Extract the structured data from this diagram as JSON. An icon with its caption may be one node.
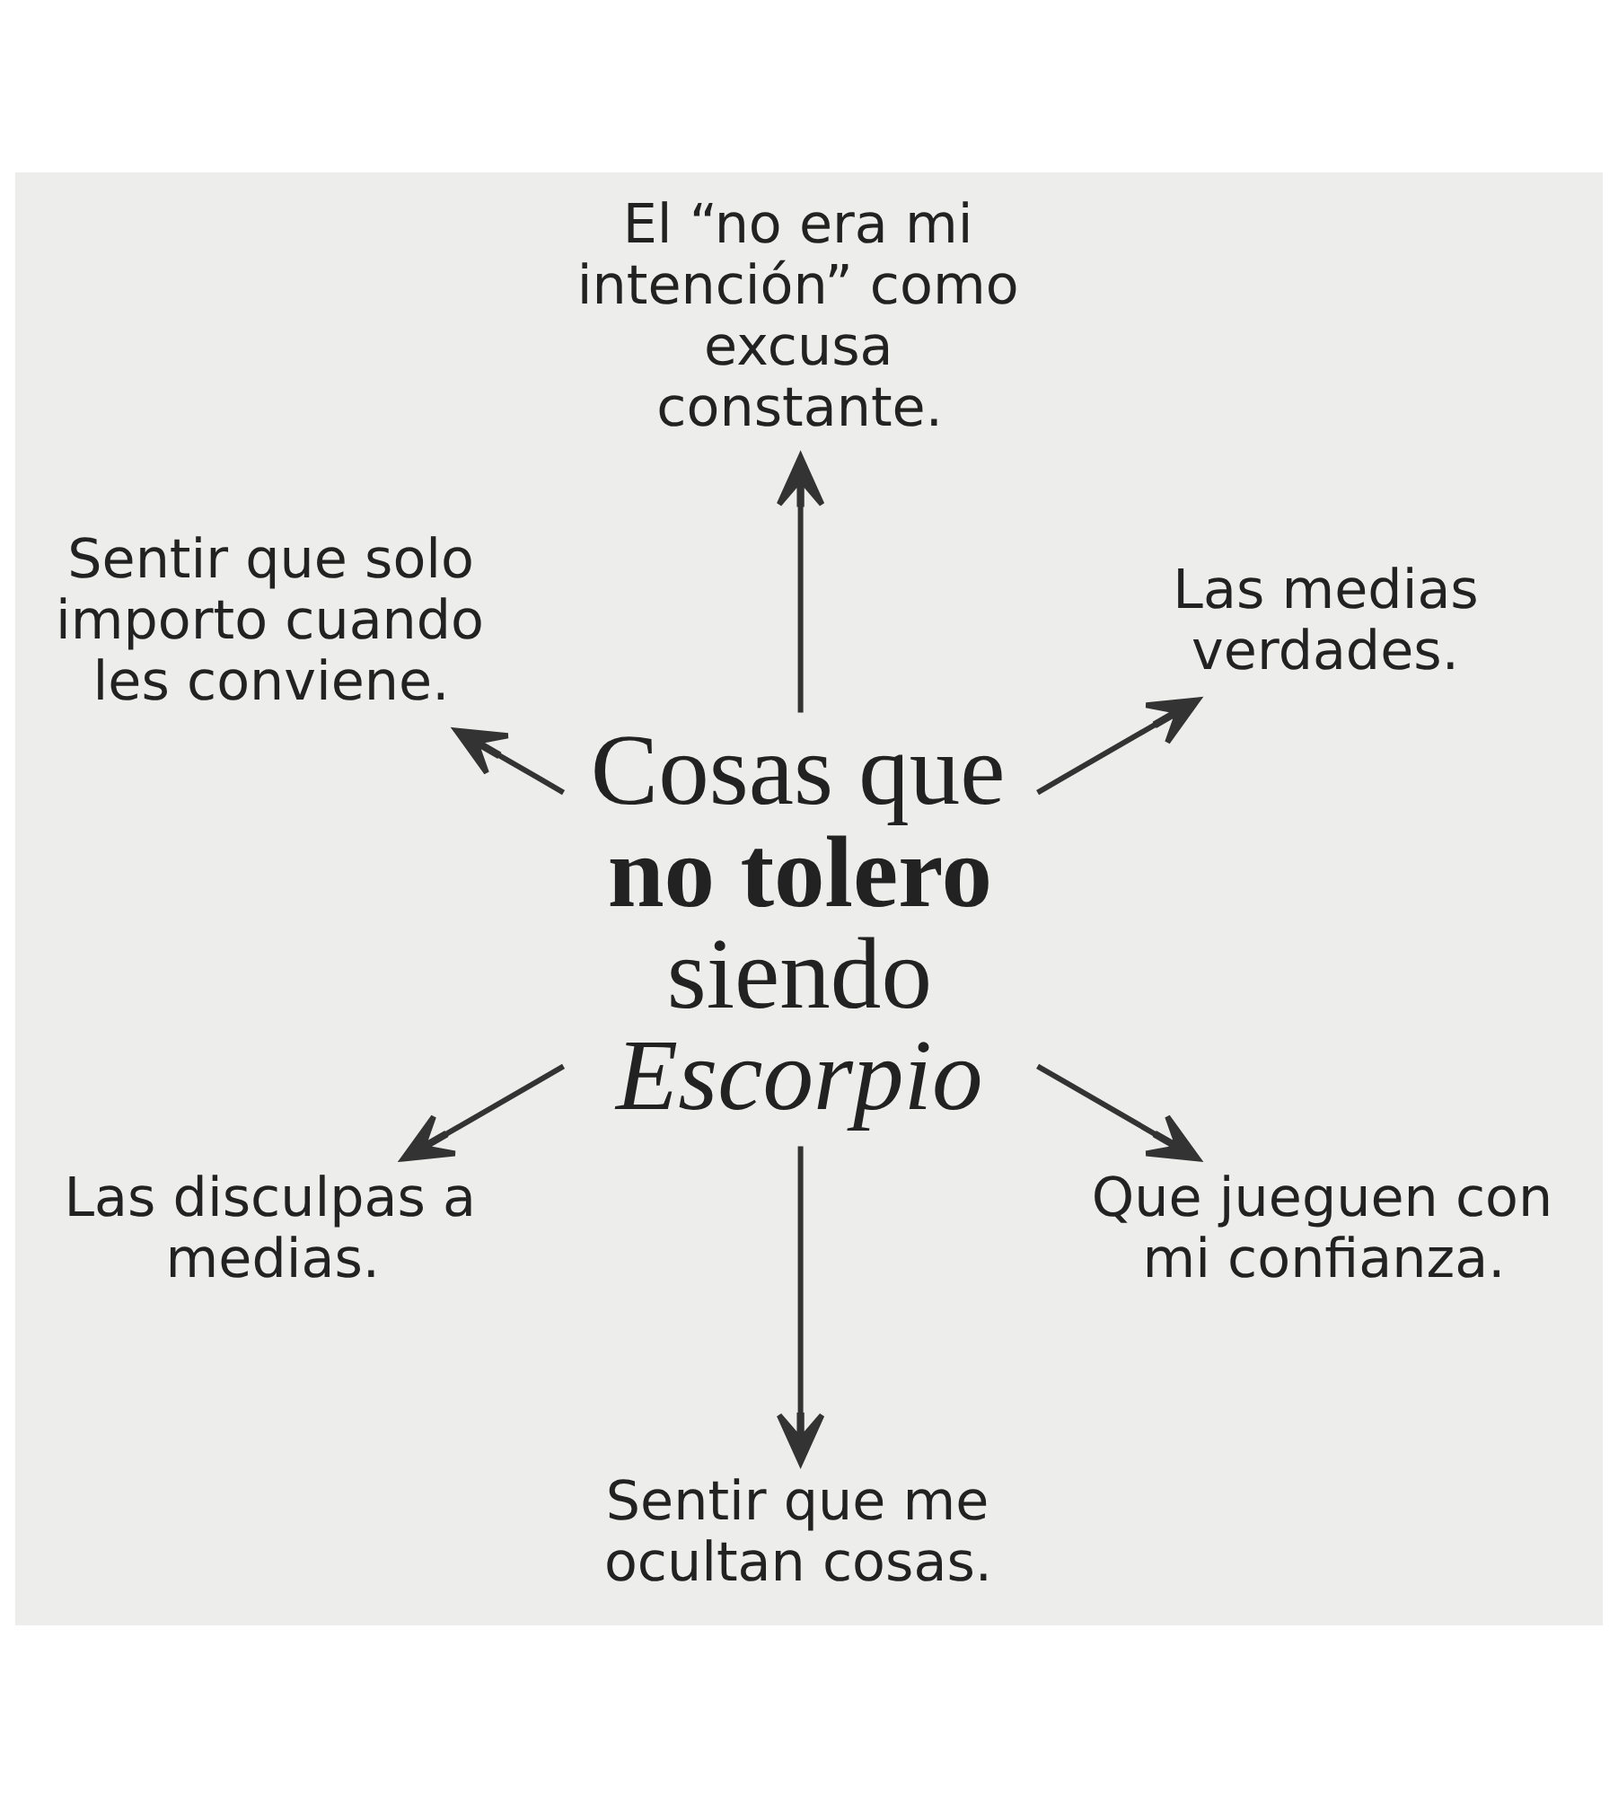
{
  "diagram": {
    "nodes": [
      {
        "text": [
          "Cosas que **no tolero** siendo *Escorpio*"
        ]
      },
      {
        "text": [
          "Las medias verdades."
        ]
      },
      {
        "text": [
          "El “no era mi intención” como excusa constante."
        ]
      },
      {
        "text": [
          "Sentir que solo importo cuando les conviene."
        ]
      },
      {
        "text": [
          "Las disculpas a medias."
        ]
      },
      {
        "text": [
          "Sentir que me ocultan cosas."
        ]
      },
      {
        "text": [
          "Que jueguen con mi confianza."
        ]
      }
    ],
    "edges": [
      {
        "from": 0,
        "to": 1,
        "arrow": "to"
      },
      {
        "from": 0,
        "to": 2,
        "arrow": "to"
      },
      {
        "from": 0,
        "to": 3,
        "arrow": "to"
      },
      {
        "from": 0,
        "to": 4,
        "arrow": "to"
      },
      {
        "from": 0,
        "to": 5,
        "arrow": "to"
      },
      {
        "from": 0,
        "to": 6,
        "arrow": "to"
      }
    ]
  }
}
